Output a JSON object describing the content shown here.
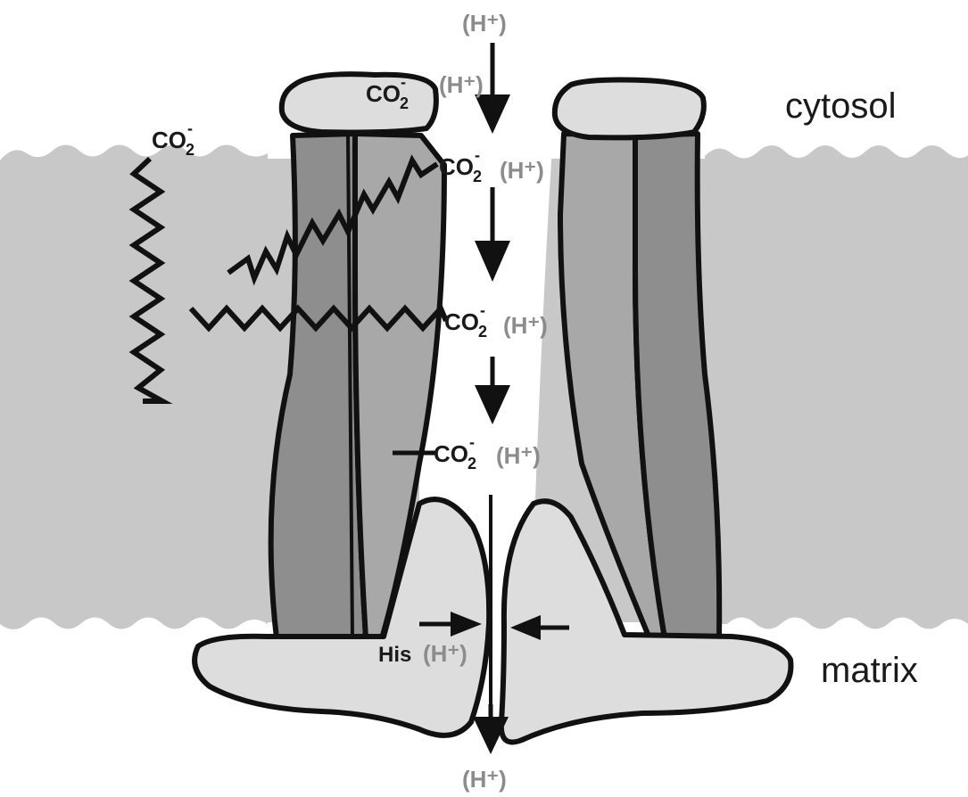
{
  "regions": {
    "cytosol": "cytosol",
    "matrix": "matrix"
  },
  "labels": {
    "proton_top": "(H⁺)",
    "proton_bottom": "(H⁺)",
    "proton_cap": "(H⁺)",
    "proton_site1": "(H⁺)",
    "proton_site2": "(H⁺)",
    "proton_site3": "(H⁺)",
    "proton_his": "(H⁺)",
    "carboxylate": "CO",
    "carboxylate_sub": "2",
    "carboxylate_sup": "-",
    "histidine": "His"
  },
  "colors": {
    "membrane": "#c8c8c8",
    "helix_dark": "#8e8e8e",
    "helix_mid": "#a8a8a8",
    "cap_fill": "#dddddd",
    "outline": "#111111",
    "proton_text": "#8c8c8c"
  }
}
